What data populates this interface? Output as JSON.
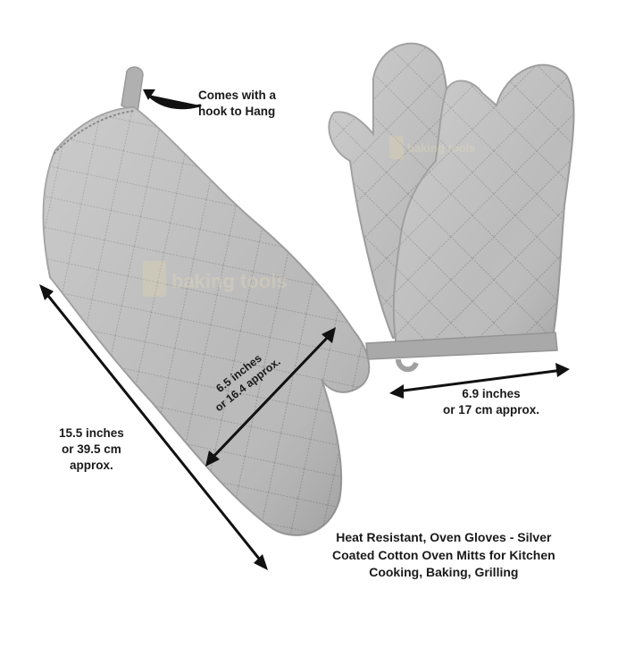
{
  "annotations": {
    "hook": [
      "Comes with a",
      "hook to Hang"
    ],
    "length": [
      "15.5 inches",
      "or 39.5 cm",
      "approx."
    ],
    "width_left": [
      "6.5 inches",
      "or 16.4 approx."
    ],
    "width_right": [
      "6.9 inches",
      "or 17 cm approx."
    ]
  },
  "caption": [
    "Heat Resistant, Oven Gloves - Silver",
    "Coated Cotton Oven Mitts for Kitchen",
    "Cooking, Baking, Grilling"
  ],
  "watermark": "baking tools",
  "colors": {
    "mitt_fill": "#b9b9b9",
    "mitt_shade": "#a3a3a3",
    "quilt_line": "#8f8f8f",
    "text": "#1a1a1a",
    "arrow": "#111111"
  }
}
